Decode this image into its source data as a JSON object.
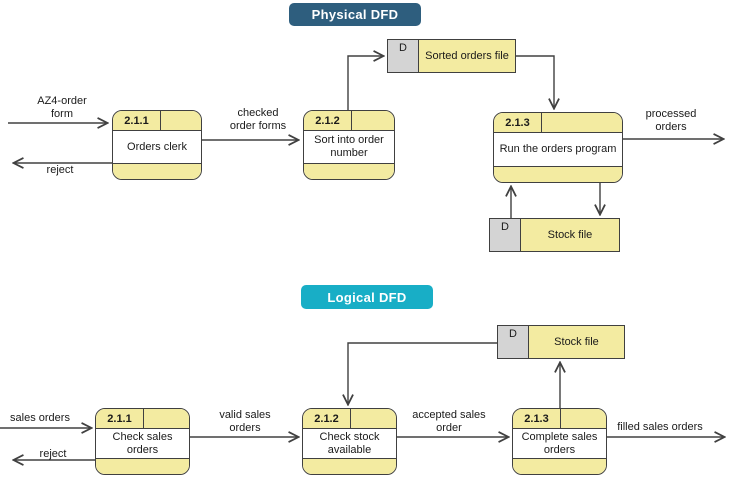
{
  "physical": {
    "title": "Physical DFD",
    "processes": [
      {
        "id": "2.1.1",
        "name": "Orders clerk"
      },
      {
        "id": "2.1.2",
        "name": "Sort into order\nnumber"
      },
      {
        "id": "2.1.3",
        "name": "Run the orders program"
      }
    ],
    "datastores": [
      {
        "id": "D",
        "name": "Sorted orders file"
      },
      {
        "id": "D",
        "name": "Stock file"
      }
    ],
    "flow_labels": {
      "in": "AZ4-order\nform",
      "reject": "reject",
      "checked": "checked\norder forms",
      "processed": "processed\norders"
    }
  },
  "logical": {
    "title": "Logical DFD",
    "processes": [
      {
        "id": "2.1.1",
        "name": "Check sales\norders"
      },
      {
        "id": "2.1.2",
        "name": "Check stock\navailable"
      },
      {
        "id": "2.1.3",
        "name": "Complete sales\norders"
      }
    ],
    "datastores": [
      {
        "id": "D",
        "name": "Stock file"
      }
    ],
    "flow_labels": {
      "in": "sales orders",
      "reject": "reject",
      "valid": "valid sales\norders",
      "accepted": "accepted sales\norder",
      "filled": "filled sales orders"
    }
  },
  "colors": {
    "physical_badge": "#2e5e7e",
    "logical_badge": "#18aec6",
    "shape_fill": "#f3eba1",
    "store_id_fill": "#d4d4d4",
    "line": "#404040"
  }
}
